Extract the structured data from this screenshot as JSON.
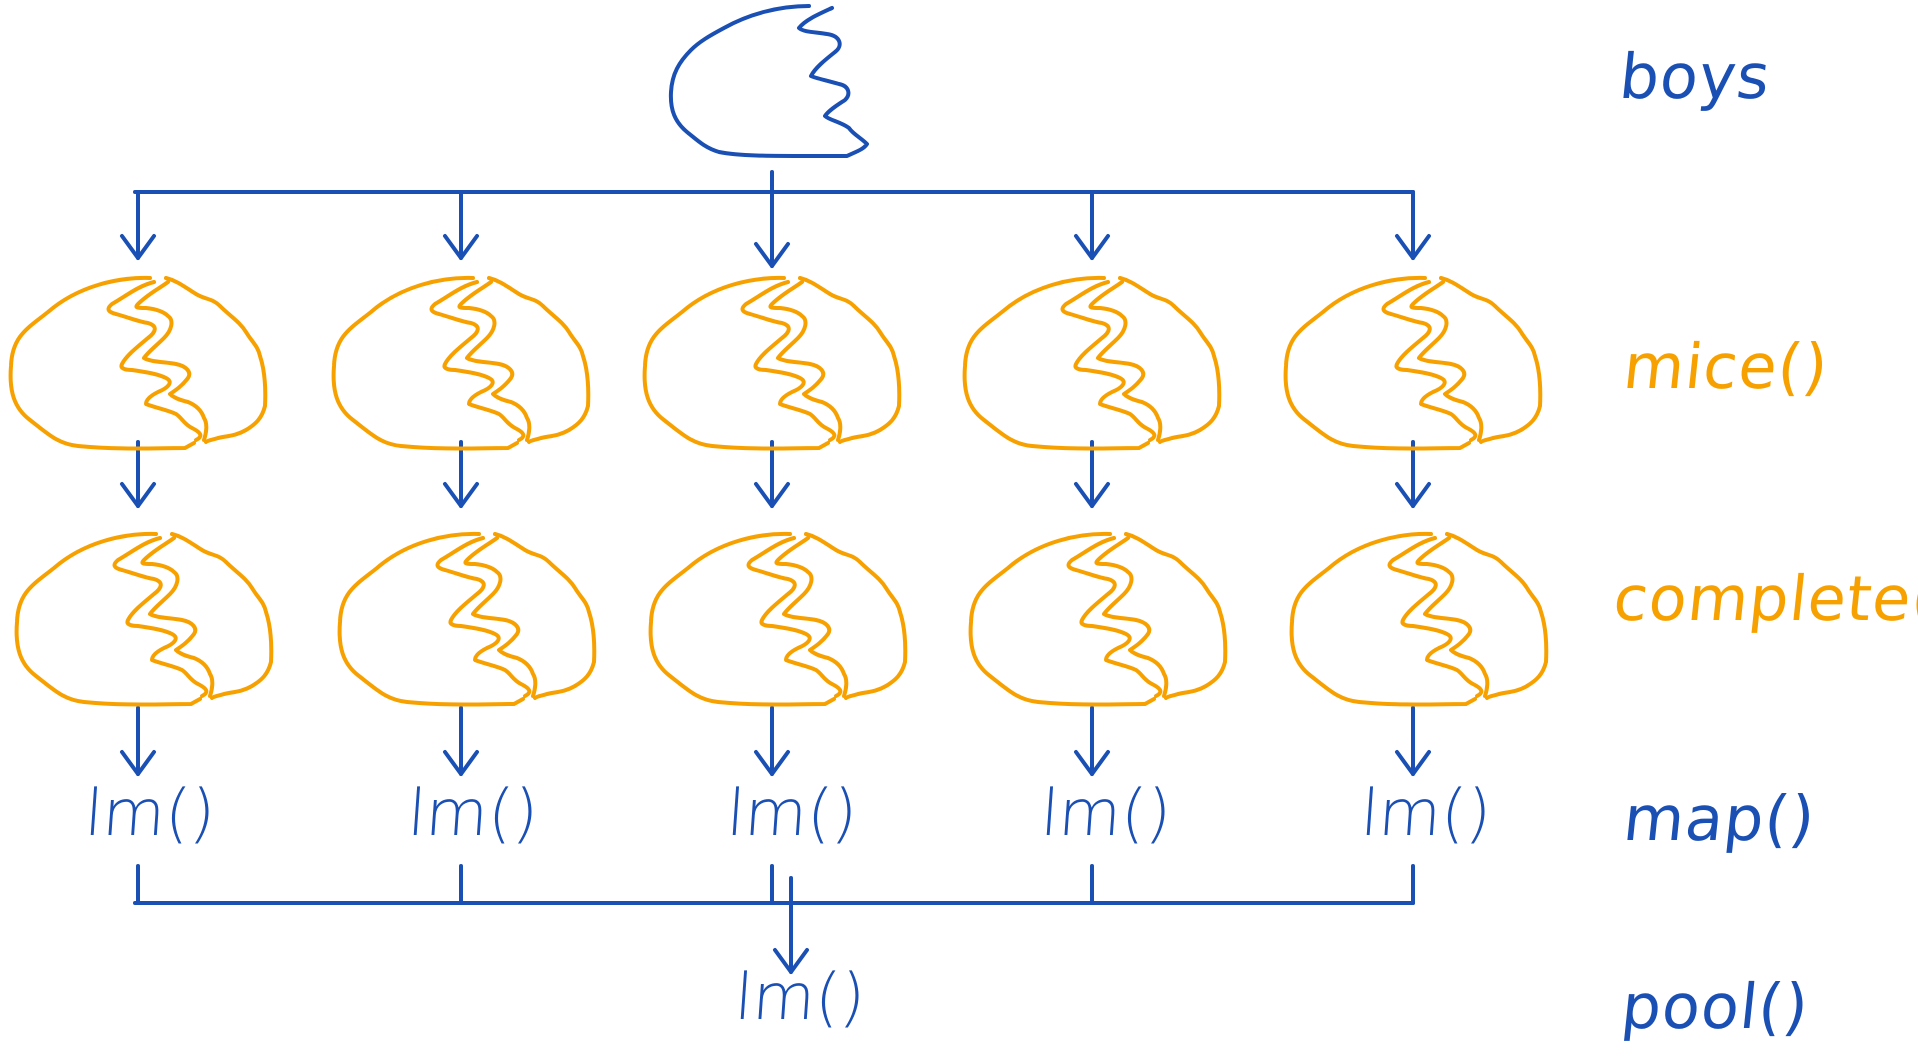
{
  "colors": {
    "ink_blue": "#1a4fb4",
    "ink_orange": "#f7a100",
    "background": "#ffffff"
  },
  "diagram": {
    "title": "Multiple imputation workflow",
    "source_node": {
      "label": "boys",
      "shape": "whole-blob-with-crack",
      "color_key": "ink_blue"
    },
    "stages": [
      {
        "id": "mice",
        "label": "mice()",
        "color_key": "ink_orange",
        "node_shape": "cracked-blob",
        "count": 5
      },
      {
        "id": "complete",
        "label": "complete()",
        "color_key": "ink_orange",
        "node_shape": "cracked-blob",
        "count": 5
      },
      {
        "id": "map",
        "label": "map()",
        "color_key": "ink_blue",
        "node_label": "lm()",
        "count": 5
      },
      {
        "id": "pool",
        "label": "pool()",
        "color_key": "ink_blue",
        "node_label": "lm()",
        "count": 1
      }
    ],
    "fitted_models": [
      "lm()",
      "lm()",
      "lm()",
      "lm()",
      "lm()"
    ],
    "pooled_model": "lm()",
    "edges": [
      {
        "from": "boys",
        "to": "mice",
        "type": "fan-out",
        "count": 5
      },
      {
        "from": "mice",
        "to": "complete",
        "type": "parallel",
        "count": 5
      },
      {
        "from": "complete",
        "to": "map",
        "type": "parallel",
        "count": 5
      },
      {
        "from": "map",
        "to": "pool",
        "type": "fan-in",
        "count": 5
      }
    ]
  },
  "row_labels": {
    "boys": "boys",
    "mice": "mice()",
    "complete": "complete()",
    "map": "map()",
    "pool": "pool()"
  }
}
